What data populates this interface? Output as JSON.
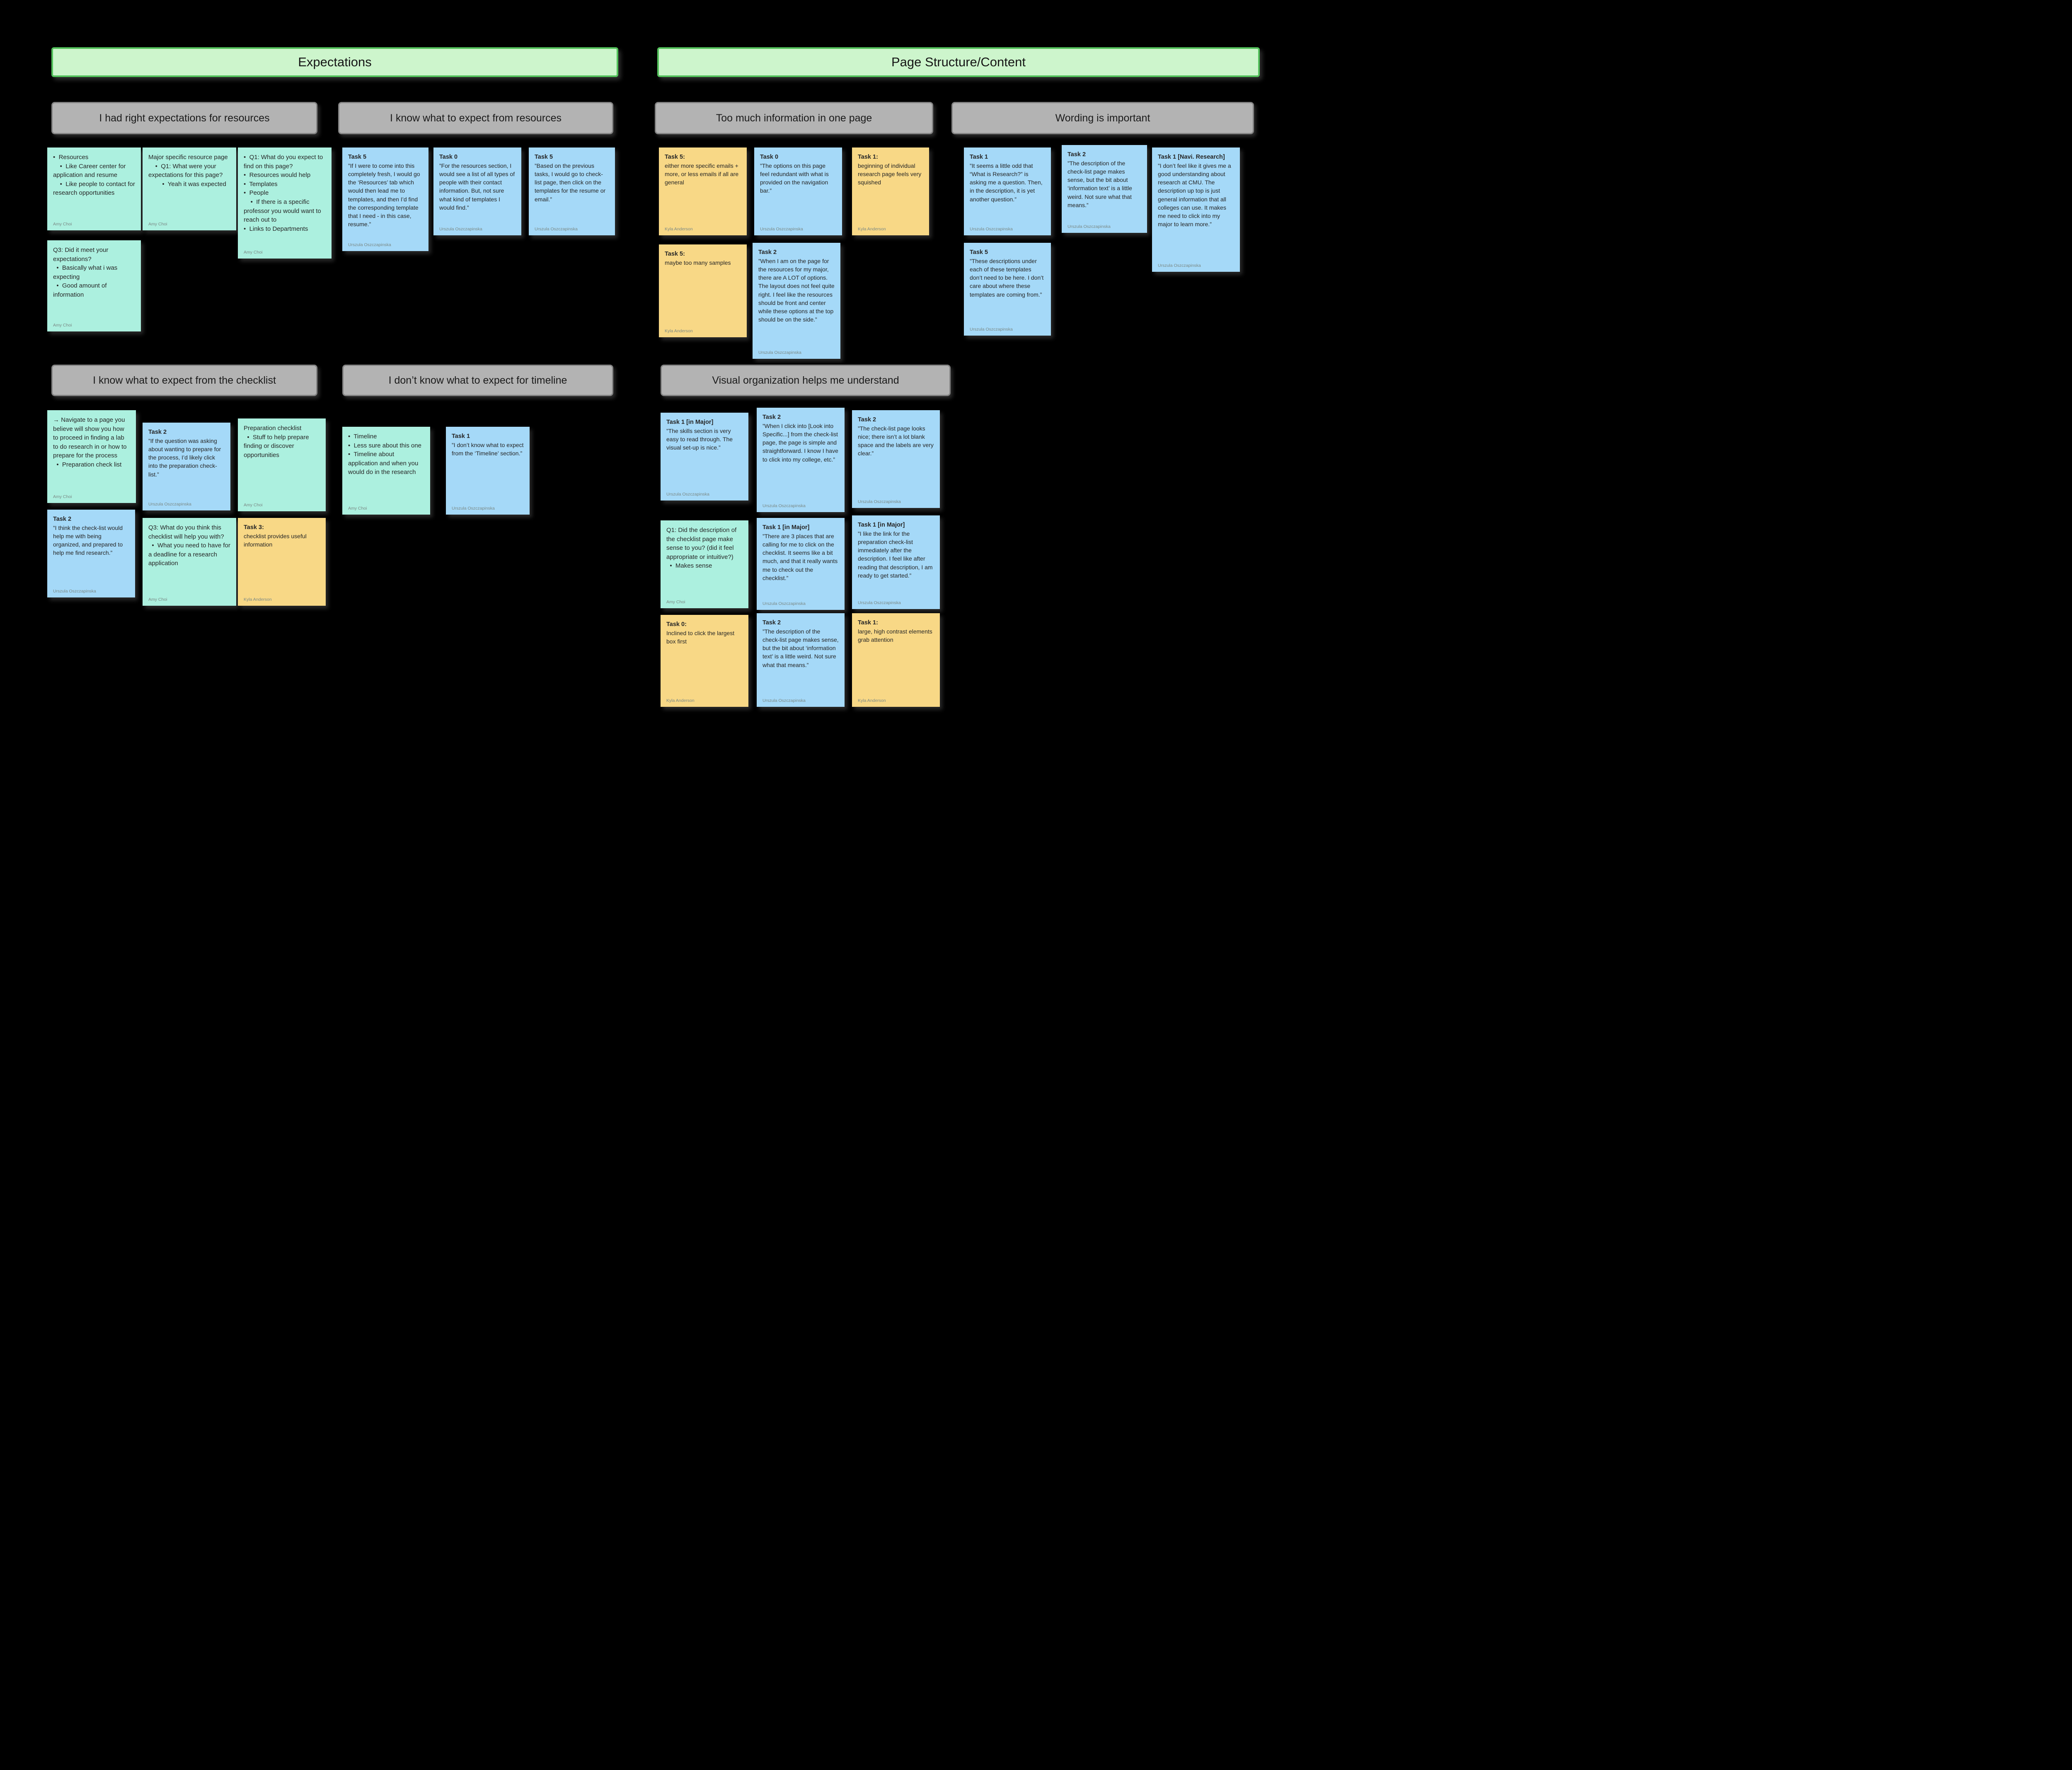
{
  "colors": {
    "background": "#000000",
    "banner_fill": "#cdf5cc",
    "banner_border": "#52c15a",
    "section_header_fill": "#b3b3b3",
    "section_header_border": "#828282",
    "sticky_teal": "#acf0df",
    "sticky_blue": "#a5d9f8",
    "sticky_yellow": "#f8d886"
  },
  "banners": [
    {
      "label": "Expectations"
    },
    {
      "label": "Page Structure/Content"
    }
  ],
  "sections": [
    {
      "title": "I had right expectations for resources"
    },
    {
      "title": "I know what to expect from resources"
    },
    {
      "title": "Too much information in one page"
    },
    {
      "title": "Wording is important"
    },
    {
      "title": "I know what to expect from the checklist"
    },
    {
      "title": "I don’t know what to expect for timeline"
    },
    {
      "title": "Visual organization helps me understand"
    }
  ],
  "notes": {
    "a1": {
      "body": "•  Resources\n    •  Like Career center for application and resume\n    •  Like people to contact for research opportunities",
      "author": "Amy Choi"
    },
    "a2": {
      "body": "Major specific resource page\n    •  Q1: What were your expectations for this page?\n        •  Yeah it was expected",
      "author": "Amy Choi"
    },
    "a3": {
      "body": "•  Q1: What do you expect to find on this page?\n•  Resources would help\n•  Templates\n•  People\n    •  If there is a specific professor you would want to reach out to\n•  Links to Departments",
      "author": "Amy Choi"
    },
    "a4": {
      "body": "Q3: Did it meet your expectations?\n  •  Basically what i was expecting\n  •  Good amount of information",
      "author": "Amy Choi"
    },
    "b1": {
      "title": "Task 5",
      "body": "”If I were to come into this completely fresh, I would go the ‘Resources’ tab which would then lead me to templates, and then I’d find the corresponding template that I need - in this case, resume.”",
      "author": "Urszula Oszczapinska"
    },
    "b2": {
      "title": "Task 0",
      "body": "”For the resources section, I would see a list of all types of people with their contact information. But, not sure what kind of templates I would find.”",
      "author": "Urszula Oszczapinska"
    },
    "b3": {
      "title": "Task 5",
      "body": "”Based on the previous tasks, I would go to check-list page, then click on the templates for the resume or email.”",
      "author": "Urszula Oszczapinska"
    },
    "c1": {
      "title": "Task 5:",
      "body": "either more specific emails + more, or less emails if all are general",
      "author": "Kyla Anderson"
    },
    "c2": {
      "title": "Task 0",
      "body": "”The options on this page feel redundant with what is provided on the navigation bar.”",
      "author": "Urszula Oszczapinska"
    },
    "c3": {
      "title": "Task 1:",
      "body": "beginning of individual research page feels very squished",
      "author": "Kyla Anderson"
    },
    "c4": {
      "title": "Task 5:",
      "body": "maybe too many samples",
      "author": "Kyla Anderson"
    },
    "c5": {
      "title": "Task 2",
      "body": "”When I am on the page for the resources for my major, there are A LOT of options. The layout does not feel quite right. I feel like the resources should be front and center while these options at the top should be on the side.”",
      "author": "Urszula Oszczapinska"
    },
    "d1": {
      "title": "Task 1",
      "body": "”It seems a little odd that “What is Research?” is asking me a question. Then, in the description, it is yet another question.”",
      "author": "Urszula Oszczapinska"
    },
    "d2": {
      "title": "Task 2",
      "body": "”The description of the check-list page makes sense, but the bit about ‘information text’ is a little weird. Not sure what that means.”",
      "author": "Urszula Oszczapinska"
    },
    "d3": {
      "title": "Task 1 [Navi. Research]",
      "body": "”I don’t feel like it gives me a good understanding about research at CMU. The description up top is just general information that all colleges can use. It makes me need to click into my major to learn more.”",
      "author": "Urszula Oszczapinska"
    },
    "d4": {
      "title": "Task 5",
      "body": "”These descriptions under each of these templates don’t need to be here. I don’t care about where these templates are coming from.”",
      "author": "Urszula Oszczapinska"
    },
    "e1": {
      "body": "→ Navigate to a page you believe will show you how to proceed in finding a lab to do research in or how to prepare for the process\n  •  Preparation check list",
      "author": "Amy Choi"
    },
    "e2": {
      "title": "Task 2",
      "body": "”If the question was asking about wanting to prepare for the process, I’d likely click into the preparation check-list.”",
      "author": "Urszula Oszczapinska"
    },
    "e3": {
      "body": "Preparation checklist\n  •  Stuff to help prepare finding or discover opportunities",
      "author": "Amy Choi"
    },
    "e4": {
      "title": "Task 2",
      "body": "”I think the check-list would help me with being organized, and prepared to help me find research.”",
      "author": "Urszula Oszczapinska"
    },
    "e5": {
      "body": "Q3: What do you think this checklist will help you with?\n  •  What you need to have for a deadline for a research application",
      "author": "Amy Choi"
    },
    "e6": {
      "title": "Task 3:",
      "body": "checklist provides useful information",
      "author": "Kyla Anderson"
    },
    "f1": {
      "body": "•  Timeline\n•  Less sure about this one\n•  Timeline about application and when you would do in the research",
      "author": "Amy Choi"
    },
    "f2": {
      "title": "Task 1",
      "body": "”I don’t know what to expect from the ‘Timeline’ section.”",
      "author": "Urszula Oszczapinska"
    },
    "g1": {
      "title": "Task 1 [in Major]",
      "body": "”The skills section is very easy to read through. The visual set-up is nice.”",
      "author": "Urszula Oszczapinska"
    },
    "g2": {
      "title": "Task 2",
      "body": "”When I click into [Look into Specific...] from the check-list page, the page is simple and straightforward. I know I have to click into my college, etc.”",
      "author": "Urszula Oszczapinska"
    },
    "g3": {
      "title": "Task 2",
      "body": "”The check-list page looks nice; there isn’t a lot blank space and the labels are very clear.”",
      "author": "Urszula Oszczapinska"
    },
    "g4": {
      "body": "Q1: Did the description of the checklist page make sense to you? (did it feel appropriate or intuitive?)\n  •  Makes sense",
      "author": "Amy Choi"
    },
    "g5": {
      "title": "Task 1 [in Major]",
      "body": "”There are 3 places that are calling for me to click on the checklist. It seems like a bit much, and that it really wants me to check out the checklist.”",
      "author": "Urszula Oszczapinska"
    },
    "g6": {
      "title": "Task 1 [in Major]",
      "body": "”I like the link for the preparation check-list immediately after the description. I feel like after reading that description, I am ready to get started.”",
      "author": "Urszula Oszczapinska"
    },
    "g7": {
      "title": "Task 0:",
      "body": "Inclined to click the largest box first",
      "author": "Kyla Anderson"
    },
    "g8": {
      "title": "Task 2",
      "body": "”The description of the check-list page makes sense, but the bit about ‘information text’ is a little weird. Not sure what that means.”",
      "author": "Urszula Oszczapinska"
    },
    "g9": {
      "title": "Task 1:",
      "body": "large, high contrast elements grab attention",
      "author": "Kyla Anderson"
    }
  }
}
